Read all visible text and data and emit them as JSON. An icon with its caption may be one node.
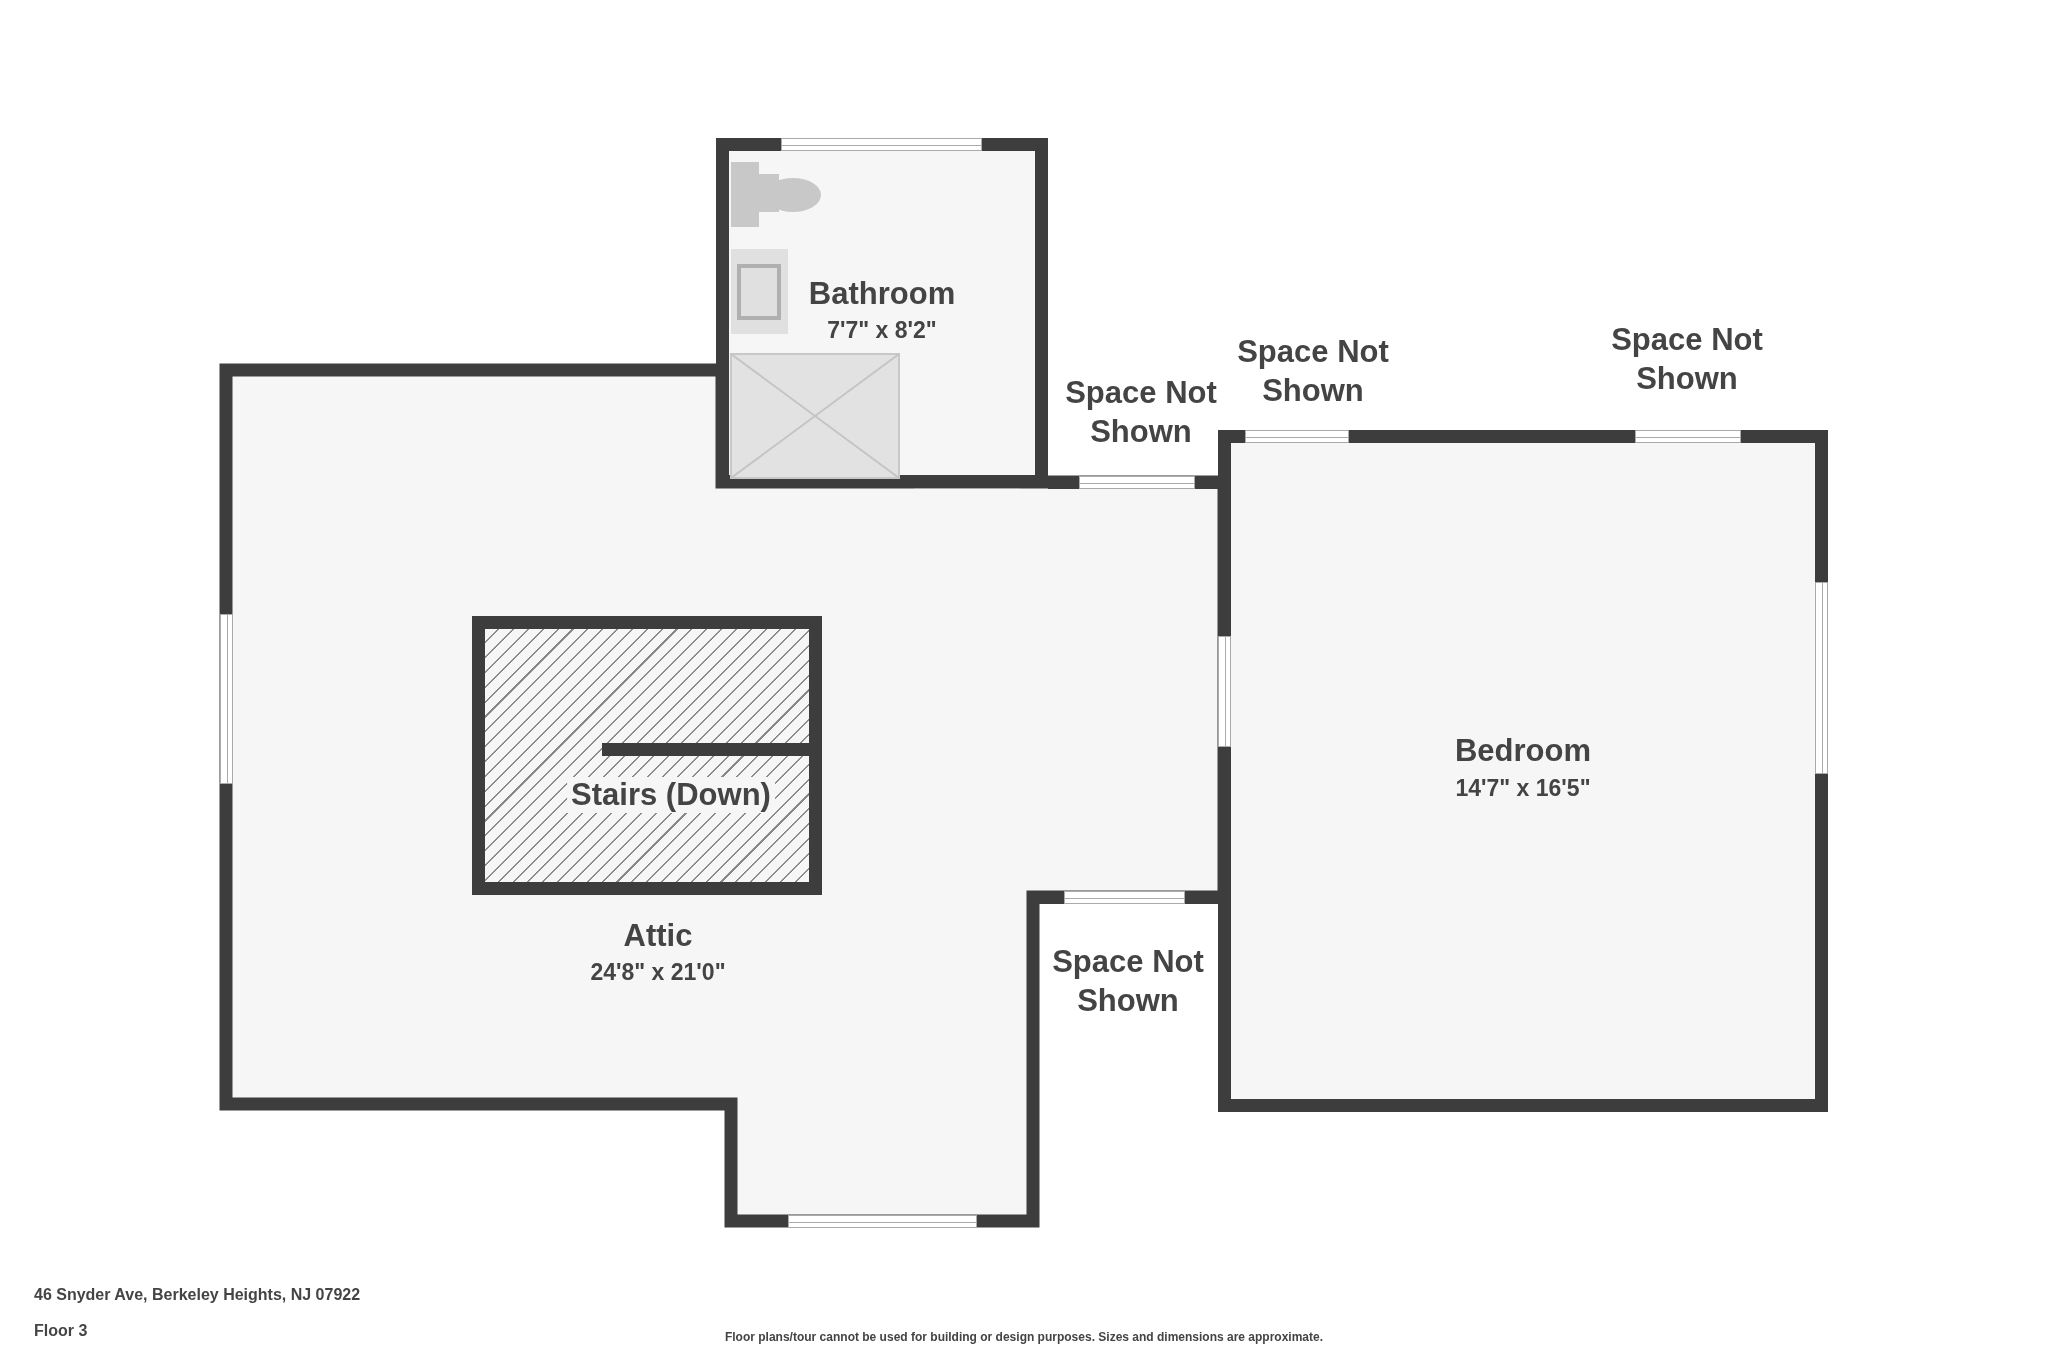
{
  "diagram": {
    "nodes": [
      {
        "text": [
          "Bathroom",
          "7'7\" x 8'2\""
        ]
      },
      {
        "text": [
          "Attic",
          "24'8\" x 21'0\""
        ]
      },
      {
        "text": [
          "Stairs (Down)"
        ],
        "in": 1
      },
      {
        "text": [
          "Bedroom",
          "14'7\" x 16'5\""
        ]
      }
    ],
    "labels": [
      "Space Not Shown",
      "Space Not Shown",
      "Space Not Shown",
      "Space Not Shown",
      "46 Snyder Ave, Berkeley Heights, NJ 07922",
      "Floor 3",
      "Floor plans/tour cannot be used for building or design purposes. Sizes and dimensions are approximate."
    ]
  }
}
